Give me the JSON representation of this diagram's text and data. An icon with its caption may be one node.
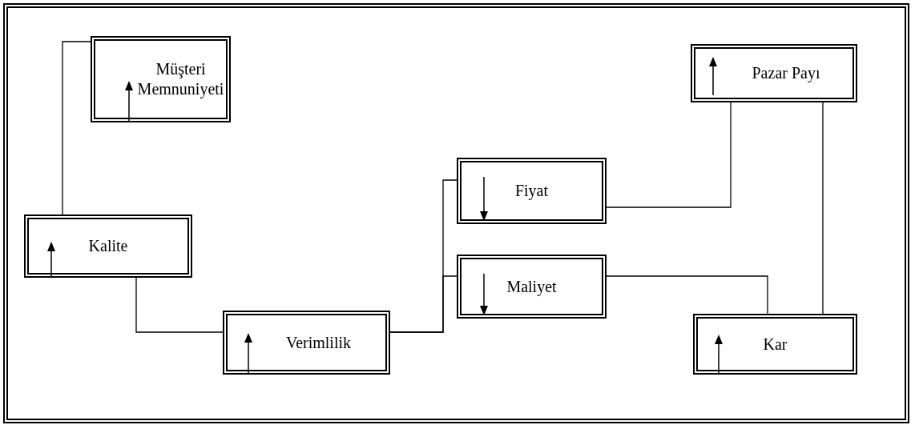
{
  "diagram": {
    "nodes": [
      {
        "text": [
          "Müşteri Memnuniyeti"
        ]
      },
      {
        "text": [
          "Pazar Payı"
        ]
      },
      {
        "text": [
          "Fiyat"
        ]
      },
      {
        "text": [
          "Kalite"
        ]
      },
      {
        "text": [
          "Maliyet"
        ]
      },
      {
        "text": [
          "Kar"
        ]
      },
      {
        "text": [
          "Verimlilik"
        ]
      }
    ],
    "edges": [
      {
        "from": 3,
        "to": 0,
        "arrow": "none"
      },
      {
        "from": 3,
        "to": 6,
        "arrow": "none"
      },
      {
        "from": 6,
        "to": 2,
        "arrow": "none"
      },
      {
        "from": 6,
        "to": 4,
        "arrow": "none"
      },
      {
        "from": 2,
        "to": 1,
        "arrow": "none"
      },
      {
        "from": 1,
        "to": 5,
        "arrow": "none"
      },
      {
        "from": 4,
        "to": 5,
        "arrow": "none"
      }
    ]
  }
}
